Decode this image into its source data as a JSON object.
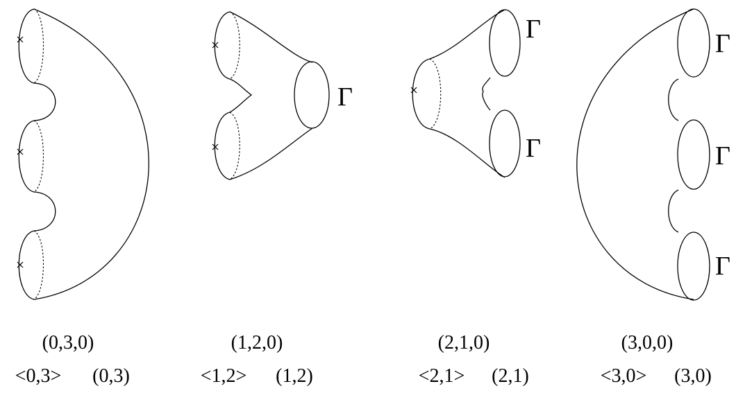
{
  "panels": [
    {
      "top_label": "(0,3,0)",
      "bottom_left": "<0,3>",
      "bottom_right": "(0,3)",
      "boundary_labels": []
    },
    {
      "top_label": "(1,2,0)",
      "bottom_left": "<1,2>",
      "bottom_right": "(1,2)",
      "boundary_labels": [
        "Γ"
      ]
    },
    {
      "top_label": "(2,1,0)",
      "bottom_left": "<2,1>",
      "bottom_right": "(2,1)",
      "boundary_labels": [
        "Γ",
        "Γ"
      ]
    },
    {
      "top_label": "(3,0,0)",
      "bottom_left": "<3,0>",
      "bottom_right": "(3,0)",
      "boundary_labels": [
        "Γ",
        "Γ",
        "Γ"
      ]
    }
  ]
}
